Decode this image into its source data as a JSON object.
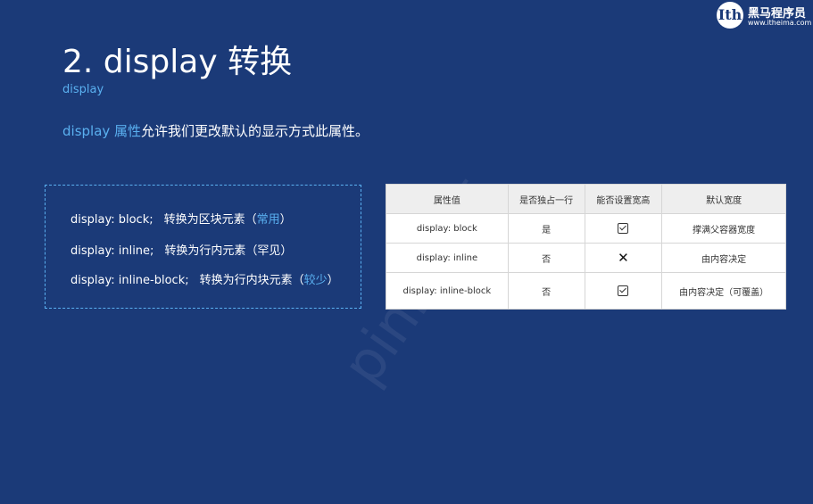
{
  "logo": {
    "mark": "Ith",
    "name": "黑马程序员",
    "url": "www.itheima.com"
  },
  "title": "2. display 转换",
  "subtitle": "display",
  "description": {
    "highlight": "display 属性",
    "rest": "允许我们更改默认的显示方式此属性。"
  },
  "conversions": [
    {
      "code": "display: block;",
      "text": "转换为区块元素（",
      "note": "常用",
      "close": "）"
    },
    {
      "code": "display: inline;",
      "text": "转换为行内元素（罕见）",
      "note": "",
      "close": ""
    },
    {
      "code": "display: inline-block;",
      "text": "转换为行内块元素（",
      "note": "较少",
      "close": "）"
    }
  ],
  "watermark": "pink老师",
  "table": {
    "headers": [
      "属性值",
      "是否独占一行",
      "能否设置宽高",
      "默认宽度"
    ],
    "rows": [
      {
        "value": "display: block",
        "exclusive": "是",
        "size_icon": "check-icon",
        "width": "撑满父容器宽度"
      },
      {
        "value": "display: inline",
        "exclusive": "否",
        "size_icon": "cross-icon",
        "cross": "✕",
        "width": "由内容决定"
      },
      {
        "value": "display: inline-block",
        "exclusive": "否",
        "size_icon": "check-icon",
        "width": "由内容决定（可覆盖）"
      }
    ]
  }
}
